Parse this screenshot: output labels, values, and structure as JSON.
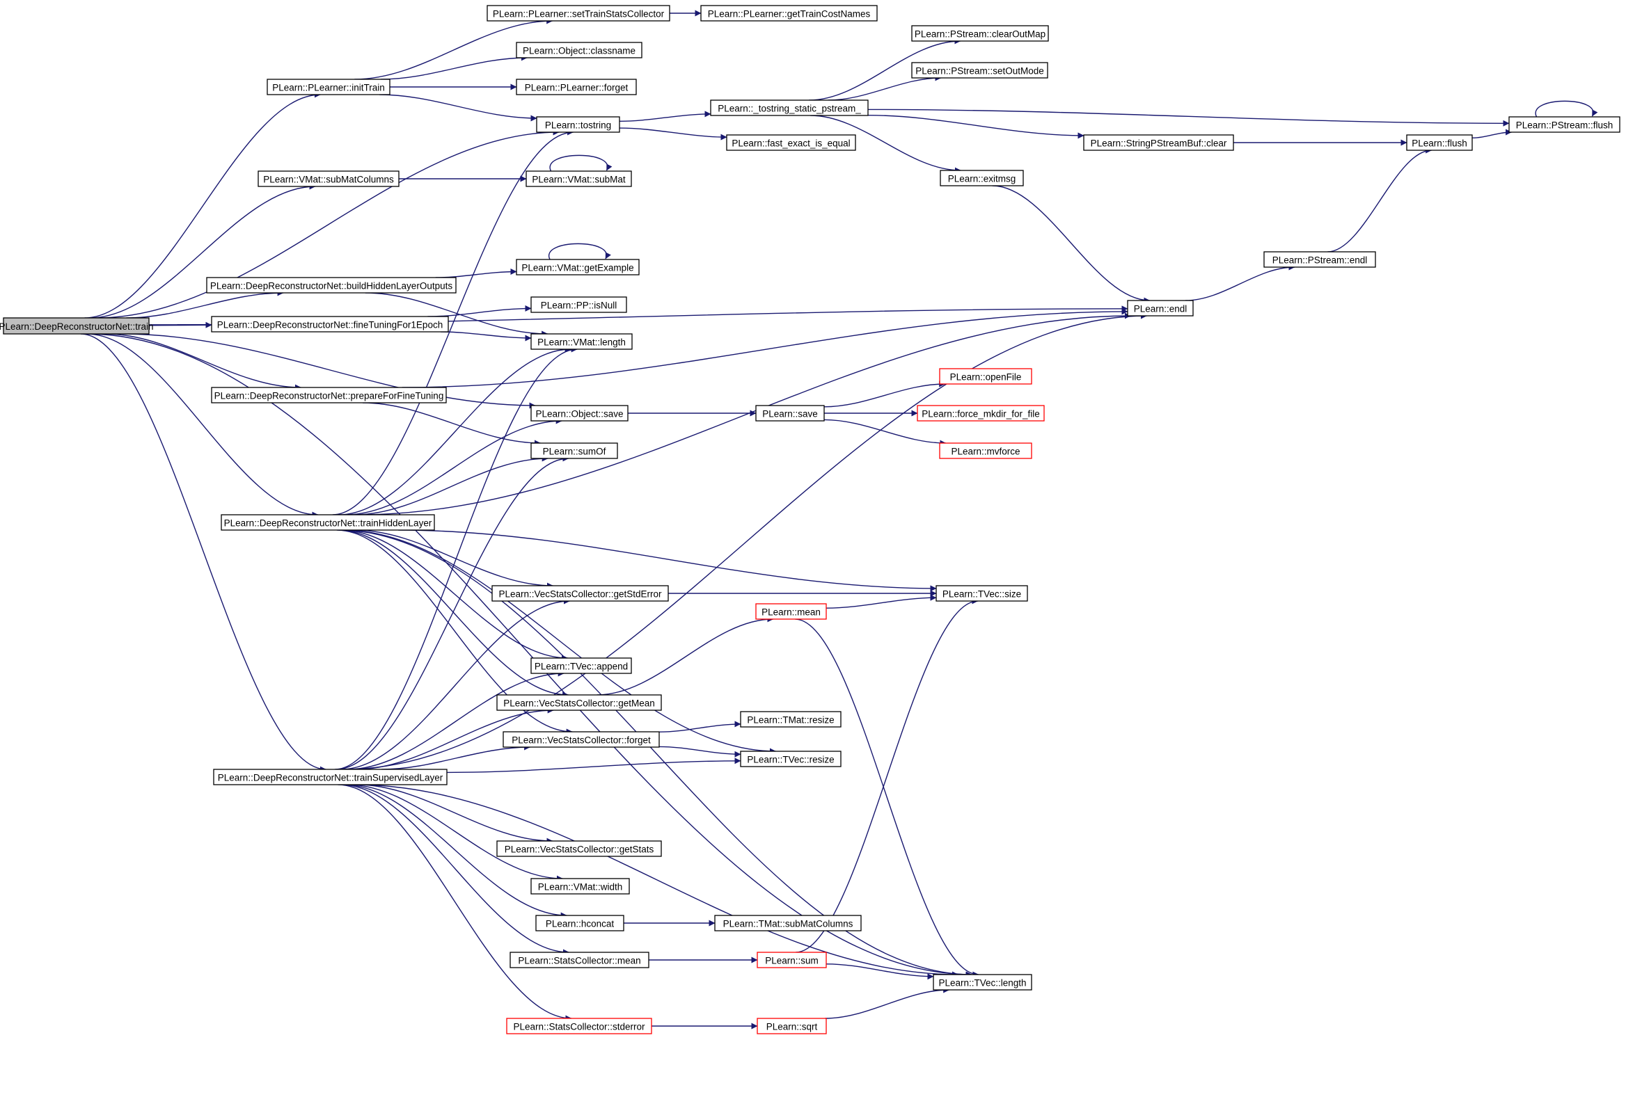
{
  "colors": {
    "edge": "#191970",
    "normal_border": "#000000",
    "truncated_border": "#ff0000",
    "root_fill": "#bfbfbf",
    "node_fill": "#ffffff"
  },
  "nodes": [
    {
      "id": "train",
      "label": "PLearn::DeepReconstructorNet::train",
      "kind": "root"
    },
    {
      "id": "initTrain",
      "label": "PLearn::PLearner::initTrain",
      "kind": "normal"
    },
    {
      "id": "setTrainStats",
      "label": "PLearn::PLearner::setTrainStatsCollector",
      "kind": "normal"
    },
    {
      "id": "getTrainCostNames",
      "label": "PLearn::PLearner::getTrainCostNames",
      "kind": "normal"
    },
    {
      "id": "classname",
      "label": "PLearn::Object::classname",
      "kind": "normal"
    },
    {
      "id": "plForget",
      "label": "PLearn::PLearner::forget",
      "kind": "normal"
    },
    {
      "id": "tostring",
      "label": "PLearn::tostring",
      "kind": "normal"
    },
    {
      "id": "tostringStatic",
      "label": "PLearn::_tostring_static_pstream_",
      "kind": "normal"
    },
    {
      "id": "clearOutMap",
      "label": "PLearn::PStream::clearOutMap",
      "kind": "normal"
    },
    {
      "id": "setOutMode",
      "label": "PLearn::PStream::setOutMode",
      "kind": "normal"
    },
    {
      "id": "pstreamFlush",
      "label": "PLearn::PStream::flush",
      "kind": "normal"
    },
    {
      "id": "fastExact",
      "label": "PLearn::fast_exact_is_equal",
      "kind": "normal"
    },
    {
      "id": "spsbClear",
      "label": "PLearn::StringPStreamBuf::clear",
      "kind": "normal"
    },
    {
      "id": "flush",
      "label": "PLearn::flush",
      "kind": "normal"
    },
    {
      "id": "exitmsg",
      "label": "PLearn::exitmsg",
      "kind": "normal"
    },
    {
      "id": "subMatColumns",
      "label": "PLearn::VMat::subMatColumns",
      "kind": "normal"
    },
    {
      "id": "subMat",
      "label": "PLearn::VMat::subMat",
      "kind": "normal"
    },
    {
      "id": "pstreamEndl",
      "label": "PLearn::PStream::endl",
      "kind": "normal"
    },
    {
      "id": "buildHidden",
      "label": "PLearn::DeepReconstructorNet::buildHiddenLayerOutputs",
      "kind": "normal"
    },
    {
      "id": "getExample",
      "label": "PLearn::VMat::getExample",
      "kind": "normal"
    },
    {
      "id": "endl",
      "label": "PLearn::endl",
      "kind": "normal"
    },
    {
      "id": "isNull",
      "label": "PLearn::PP::isNull",
      "kind": "normal"
    },
    {
      "id": "fineTuning",
      "label": "PLearn::DeepReconstructorNet::fineTuningFor1Epoch",
      "kind": "normal"
    },
    {
      "id": "vmatLength",
      "label": "PLearn::VMat::length",
      "kind": "normal"
    },
    {
      "id": "openFile",
      "label": "PLearn::openFile",
      "kind": "truncated"
    },
    {
      "id": "prepareFine",
      "label": "PLearn::DeepReconstructorNet::prepareForFineTuning",
      "kind": "normal"
    },
    {
      "id": "objSave",
      "label": "PLearn::Object::save",
      "kind": "normal"
    },
    {
      "id": "save",
      "label": "PLearn::save",
      "kind": "normal"
    },
    {
      "id": "forceMkdir",
      "label": "PLearn::force_mkdir_for_file",
      "kind": "truncated"
    },
    {
      "id": "sumOf",
      "label": "PLearn::sumOf",
      "kind": "normal"
    },
    {
      "id": "mvforce",
      "label": "PLearn::mvforce",
      "kind": "truncated"
    },
    {
      "id": "trainHidden",
      "label": "PLearn::DeepReconstructorNet::trainHiddenLayer",
      "kind": "normal"
    },
    {
      "id": "getStdError",
      "label": "PLearn::VecStatsCollector::getStdError",
      "kind": "normal"
    },
    {
      "id": "tvecSize",
      "label": "PLearn::TVec::size",
      "kind": "normal"
    },
    {
      "id": "mean",
      "label": "PLearn::mean",
      "kind": "truncated"
    },
    {
      "id": "tvecAppend",
      "label": "PLearn::TVec::append",
      "kind": "normal"
    },
    {
      "id": "getMean",
      "label": "PLearn::VecStatsCollector::getMean",
      "kind": "normal"
    },
    {
      "id": "tmatResize",
      "label": "PLearn::TMat::resize",
      "kind": "normal"
    },
    {
      "id": "vscForget",
      "label": "PLearn::VecStatsCollector::forget",
      "kind": "normal"
    },
    {
      "id": "tvecResize",
      "label": "PLearn::TVec::resize",
      "kind": "normal"
    },
    {
      "id": "trainSuper",
      "label": "PLearn::DeepReconstructorNet::trainSupervisedLayer",
      "kind": "normal"
    },
    {
      "id": "getStats",
      "label": "PLearn::VecStatsCollector::getStats",
      "kind": "normal"
    },
    {
      "id": "vmatWidth",
      "label": "PLearn::VMat::width",
      "kind": "normal"
    },
    {
      "id": "hconcat",
      "label": "PLearn::hconcat",
      "kind": "normal"
    },
    {
      "id": "tmatSubMatCols",
      "label": "PLearn::TMat::subMatColumns",
      "kind": "normal"
    },
    {
      "id": "scMean",
      "label": "PLearn::StatsCollector::mean",
      "kind": "normal"
    },
    {
      "id": "sum",
      "label": "PLearn::sum",
      "kind": "truncated"
    },
    {
      "id": "tvecLength",
      "label": "PLearn::TVec::length",
      "kind": "normal"
    },
    {
      "id": "scStderror",
      "label": "PLearn::StatsCollector::stderror",
      "kind": "truncated"
    },
    {
      "id": "sqrt",
      "label": "PLearn::sqrt",
      "kind": "truncated"
    }
  ],
  "edges": [
    [
      "train",
      "initTrain"
    ],
    [
      "train",
      "tostring"
    ],
    [
      "train",
      "subMatColumns"
    ],
    [
      "train",
      "endl"
    ],
    [
      "train",
      "buildHidden"
    ],
    [
      "train",
      "fineTuning"
    ],
    [
      "train",
      "prepareFine"
    ],
    [
      "train",
      "objSave"
    ],
    [
      "train",
      "trainHidden"
    ],
    [
      "train",
      "trainSuper"
    ],
    [
      "train",
      "tvecLength"
    ],
    [
      "initTrain",
      "setTrainStats"
    ],
    [
      "initTrain",
      "classname"
    ],
    [
      "initTrain",
      "plForget"
    ],
    [
      "initTrain",
      "tostring"
    ],
    [
      "setTrainStats",
      "getTrainCostNames"
    ],
    [
      "tostring",
      "tostringStatic"
    ],
    [
      "tostring",
      "fastExact"
    ],
    [
      "tostringStatic",
      "clearOutMap"
    ],
    [
      "tostringStatic",
      "setOutMode"
    ],
    [
      "tostringStatic",
      "pstreamFlush"
    ],
    [
      "tostringStatic",
      "spsbClear"
    ],
    [
      "tostringStatic",
      "exitmsg"
    ],
    [
      "spsbClear",
      "flush"
    ],
    [
      "flush",
      "pstreamFlush"
    ],
    [
      "pstreamFlush",
      "pstreamFlush"
    ],
    [
      "exitmsg",
      "endl"
    ],
    [
      "endl",
      "pstreamEndl"
    ],
    [
      "pstreamEndl",
      "flush"
    ],
    [
      "subMatColumns",
      "subMat"
    ],
    [
      "subMat",
      "subMat"
    ],
    [
      "buildHidden",
      "getExample"
    ],
    [
      "buildHidden",
      "vmatLength"
    ],
    [
      "getExample",
      "getExample"
    ],
    [
      "fineTuning",
      "isNull"
    ],
    [
      "fineTuning",
      "vmatLength"
    ],
    [
      "prepareFine",
      "endl"
    ],
    [
      "prepareFine",
      "sumOf"
    ],
    [
      "objSave",
      "save"
    ],
    [
      "save",
      "openFile"
    ],
    [
      "save",
      "forceMkdir"
    ],
    [
      "save",
      "mvforce"
    ],
    [
      "trainHidden",
      "tostring"
    ],
    [
      "trainHidden",
      "vmatLength"
    ],
    [
      "trainHidden",
      "objSave"
    ],
    [
      "trainHidden",
      "sumOf"
    ],
    [
      "trainHidden",
      "endl"
    ],
    [
      "trainHidden",
      "getStdError"
    ],
    [
      "trainHidden",
      "tvecSize"
    ],
    [
      "trainHidden",
      "tvecAppend"
    ],
    [
      "trainHidden",
      "getMean"
    ],
    [
      "trainHidden",
      "vscForget"
    ],
    [
      "trainHidden",
      "tvecResize"
    ],
    [
      "trainHidden",
      "tvecLength"
    ],
    [
      "getStdError",
      "tvecSize"
    ],
    [
      "mean",
      "tvecSize"
    ],
    [
      "mean",
      "tvecLength"
    ],
    [
      "getMean",
      "mean"
    ],
    [
      "vscForget",
      "tmatResize"
    ],
    [
      "vscForget",
      "tvecResize"
    ],
    [
      "trainSuper",
      "vmatLength"
    ],
    [
      "trainSuper",
      "sumOf"
    ],
    [
      "trainSuper",
      "getStdError"
    ],
    [
      "trainSuper",
      "tvecAppend"
    ],
    [
      "trainSuper",
      "getMean"
    ],
    [
      "trainSuper",
      "vscForget"
    ],
    [
      "trainSuper",
      "tvecResize"
    ],
    [
      "trainSuper",
      "endl"
    ],
    [
      "trainSuper",
      "getStats"
    ],
    [
      "trainSuper",
      "vmatWidth"
    ],
    [
      "trainSuper",
      "hconcat"
    ],
    [
      "trainSuper",
      "scMean"
    ],
    [
      "trainSuper",
      "scStderror"
    ],
    [
      "trainSuper",
      "tvecLength"
    ],
    [
      "hconcat",
      "tmatSubMatCols"
    ],
    [
      "scMean",
      "sum"
    ],
    [
      "sum",
      "tvecSize"
    ],
    [
      "sum",
      "tvecLength"
    ],
    [
      "scStderror",
      "sqrt"
    ],
    [
      "sqrt",
      "tvecLength"
    ]
  ]
}
